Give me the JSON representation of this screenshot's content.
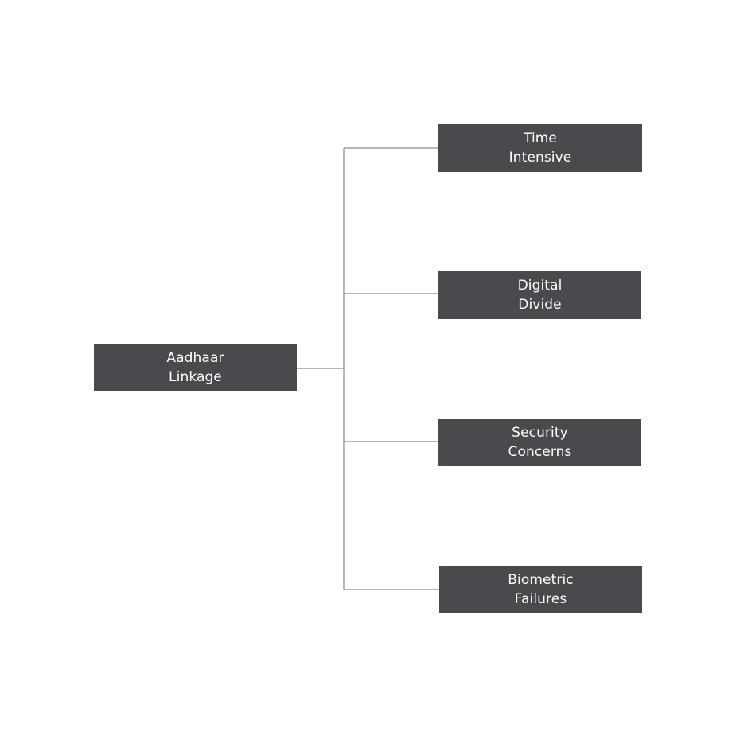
{
  "diagram": {
    "root": {
      "label": "Aadhaar\nLinkage"
    },
    "children": [
      {
        "label": "Time\nIntensive"
      },
      {
        "label": "Digital\nDivide"
      },
      {
        "label": "Security\nConcerns"
      },
      {
        "label": "Biometric\nFailures"
      }
    ]
  },
  "colors": {
    "node_fill": "#484a4d",
    "node_text": "#ffffff",
    "connector": "#8a8a8a",
    "background": "#ffffff"
  }
}
